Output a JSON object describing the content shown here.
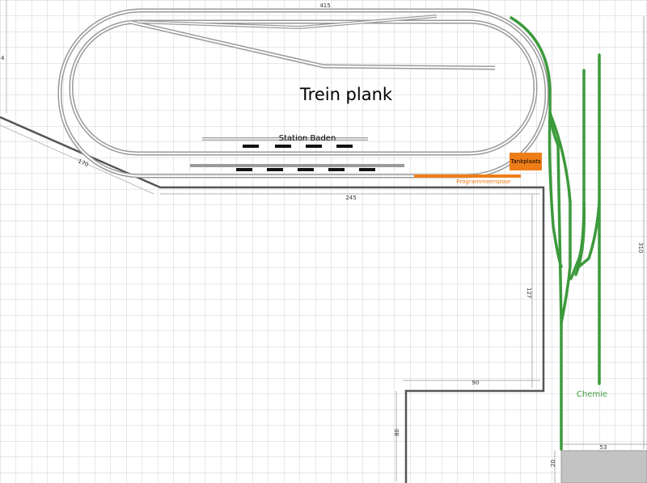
{
  "title": "Trein plank",
  "labels": {
    "station": "Station Baden",
    "tank": "Tankplaats",
    "prog": "Programmeerspoor",
    "chemie": "Chemie"
  },
  "dimensions": {
    "top": "415",
    "left_cut": "4",
    "diagonal": "170",
    "front": "245",
    "right": "310",
    "vertical_mid": "127",
    "lower_width": "90",
    "lower_height": "80",
    "corner_width": "53",
    "corner_height": "20"
  },
  "colors": {
    "track": "#9a9a9a",
    "track_fill": "#ffffff",
    "green_track": "#3c9a3c",
    "orange": "#ee7d17",
    "board_edge": "#555555",
    "grid": "#d2d2d2",
    "gray_block": "#c3c3c3"
  }
}
